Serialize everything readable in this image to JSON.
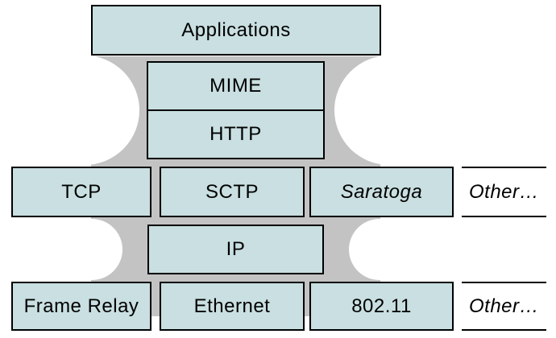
{
  "colors": {
    "box_fill": "#c9dfe1",
    "hourglass_gray": "#c3c3c3",
    "border": "#000000",
    "background": "#ffffff",
    "text": "#000000"
  },
  "stack": {
    "applications": {
      "label": "Applications"
    },
    "upper": {
      "mime": "MIME",
      "http": "HTTP"
    },
    "transport": {
      "tcp": "TCP",
      "sctp": "SCTP",
      "saratoga": "Saratoga",
      "other": "Other…"
    },
    "network": {
      "ip": "IP"
    },
    "link": {
      "frame_relay": "Frame Relay",
      "ethernet": "Ethernet",
      "wifi_80211": "802.11",
      "other": "Other…"
    }
  }
}
